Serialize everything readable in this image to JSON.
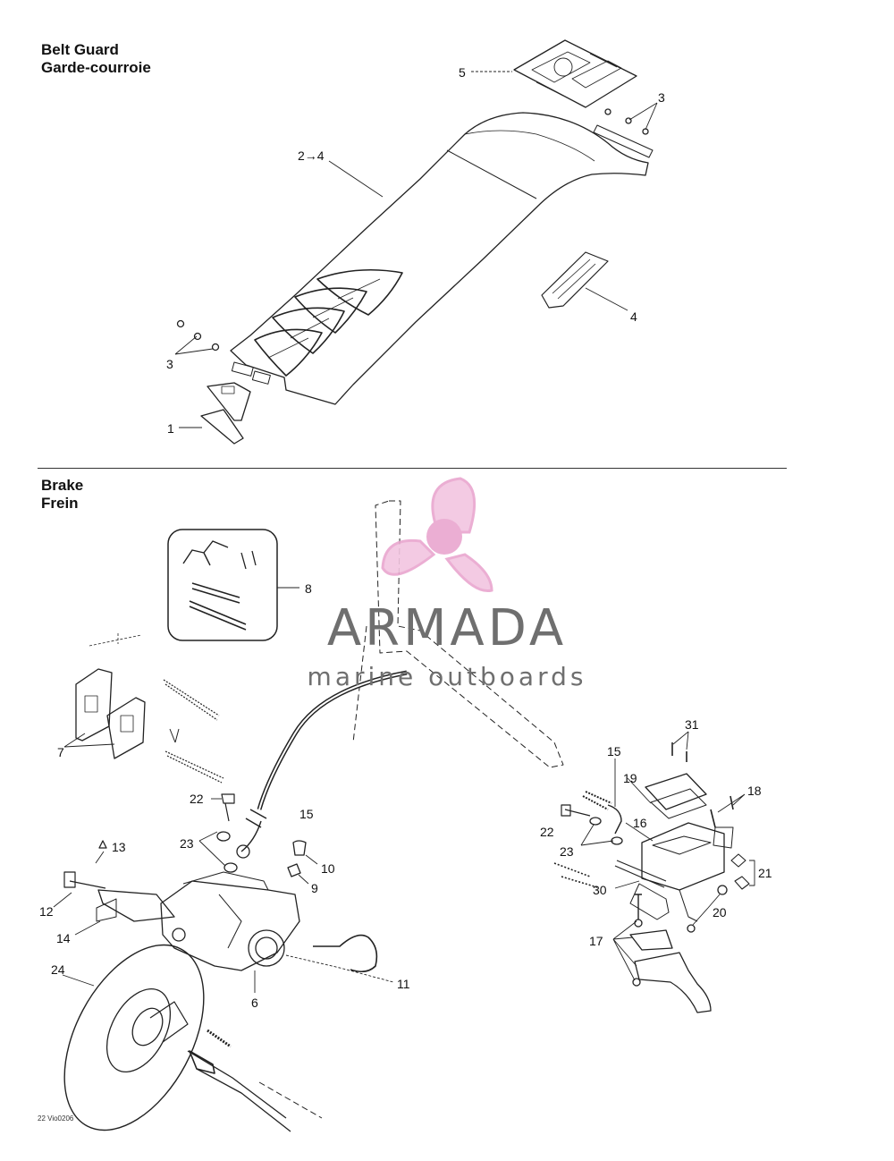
{
  "sections": {
    "belt_guard": {
      "title_en": "Belt Guard",
      "title_fr": "Garde-courroie"
    },
    "brake": {
      "title_en": "Brake",
      "title_fr": "Frein"
    }
  },
  "callouts": {
    "c5": "5",
    "c3a": "3",
    "c24": "2→4",
    "c4": "4",
    "c3b": "3",
    "c1": "1",
    "c8": "8",
    "c7": "7",
    "c22a": "22",
    "c15a": "15",
    "c23a": "23",
    "c13": "13",
    "c10": "10",
    "c9": "9",
    "c12": "12",
    "c14": "14",
    "c24b": "24",
    "c6": "6",
    "c11": "11",
    "c31": "31",
    "c15b": "15",
    "c19": "19",
    "c18": "18",
    "c16": "16",
    "c22b": "22",
    "c23b": "23",
    "c21": "21",
    "c30": "30",
    "c20": "20",
    "c17": "17"
  },
  "watermark": {
    "brand": "ARMADA",
    "tagline": "marine outboards",
    "logo_color": "#e9a6cf"
  },
  "footer": {
    "code": "22 Vio0206"
  }
}
